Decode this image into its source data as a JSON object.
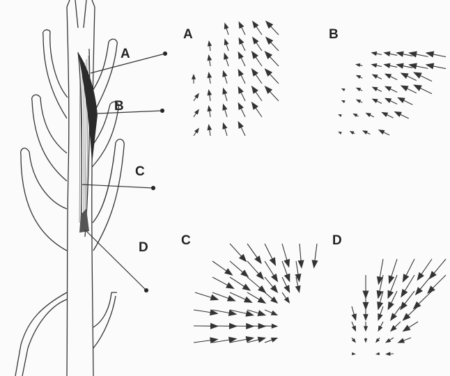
{
  "figure": {
    "drawing_labels": [
      "A",
      "B",
      "C",
      "D"
    ],
    "panel_labels": [
      "A",
      "B",
      "C",
      "D"
    ],
    "ink_color": "#333333",
    "background_color": "#fbfbfb"
  }
}
